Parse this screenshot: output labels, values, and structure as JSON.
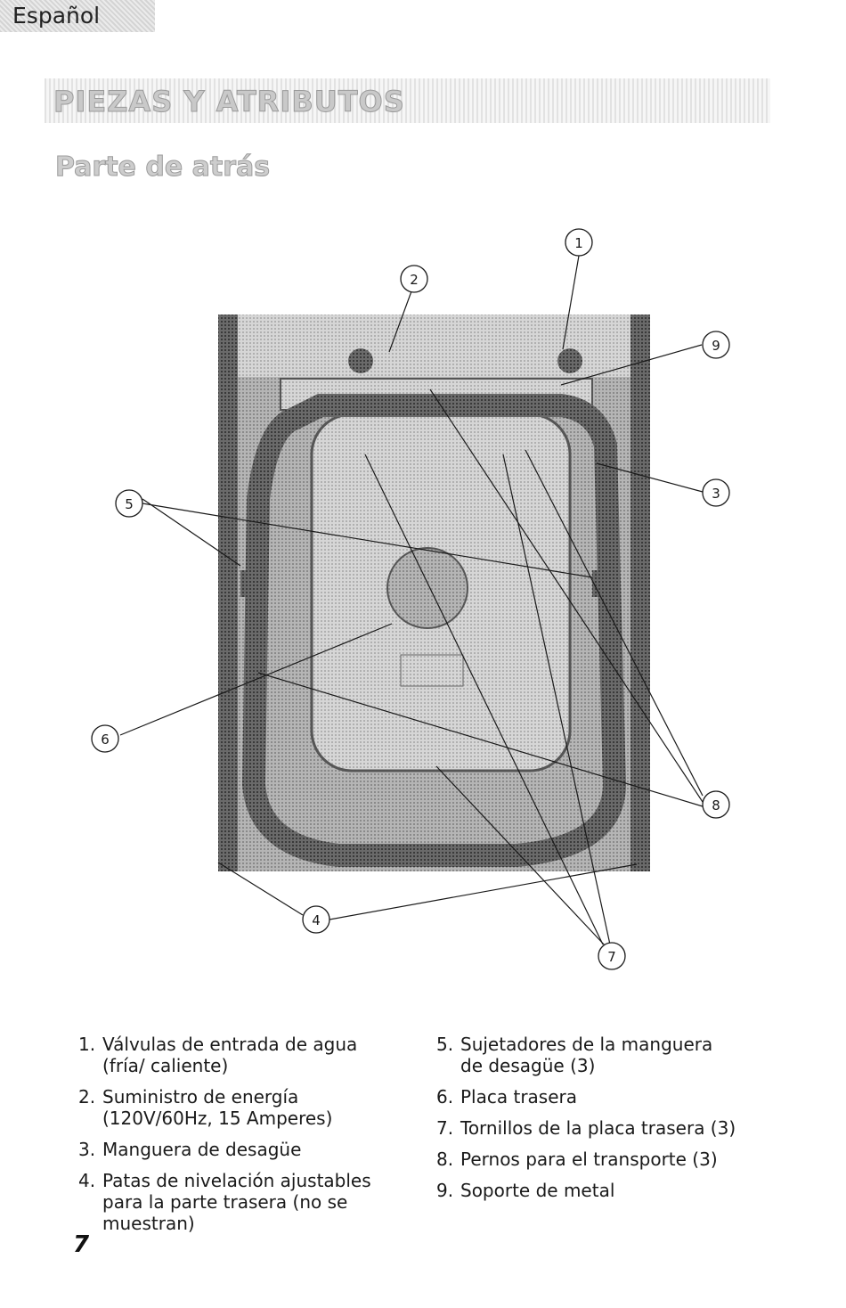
{
  "header": {
    "language_tab": "Español",
    "section_title": "PIEZAS Y ATRIBUTOS",
    "subtitle": "Parte de atrás"
  },
  "figure": {
    "callouts": [
      {
        "number": "1"
      },
      {
        "number": "2"
      },
      {
        "number": "3"
      },
      {
        "number": "4"
      },
      {
        "number": "5"
      },
      {
        "number": "6"
      },
      {
        "number": "7"
      },
      {
        "number": "8"
      },
      {
        "number": "9"
      }
    ]
  },
  "legend": {
    "items": [
      {
        "number": "1.",
        "text": "Válvulas de entrada de agua (fría/ caliente)"
      },
      {
        "number": "2.",
        "text": "Suministro de energía (120V/60Hz, 15 Amperes)"
      },
      {
        "number": "3.",
        "text": "Manguera de desagüe"
      },
      {
        "number": "4.",
        "text": "Patas de nivelación ajustables para la parte trasera (no se muestran)"
      },
      {
        "number": "5.",
        "text": "Sujetadores de la manguera de desagüe (3)"
      },
      {
        "number": "6.",
        "text": "Placa trasera"
      },
      {
        "number": "7.",
        "text": "Tornillos de la placa trasera (3)"
      },
      {
        "number": "8.",
        "text": "Pernos para el transporte (3)"
      },
      {
        "number": "9.",
        "text": "Soporte de metal"
      }
    ]
  },
  "footer": {
    "page_number": "7"
  }
}
